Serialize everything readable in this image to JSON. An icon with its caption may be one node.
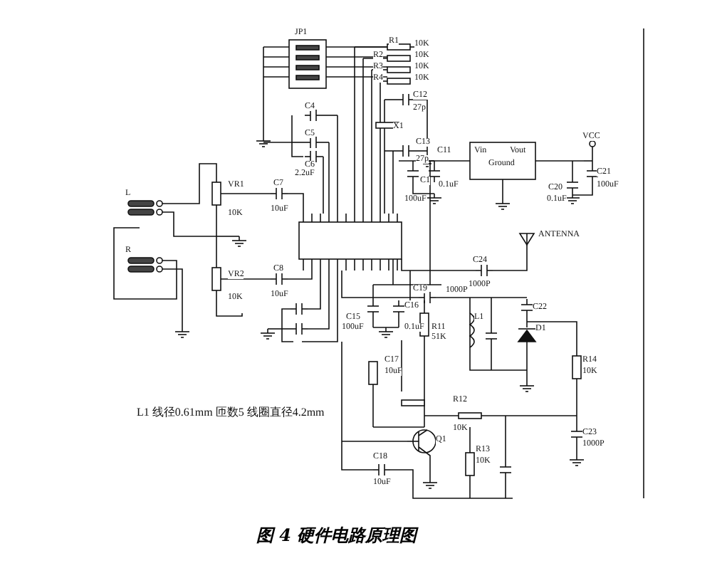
{
  "diagram": {
    "caption": "图 4 硬件电路原理图",
    "labels": [
      "JP1",
      "R1",
      "10K",
      "R2",
      "10K",
      "R3",
      "10K",
      "R4",
      "10K",
      "C4",
      "C5",
      "C6",
      "2.2uF",
      "C12",
      "27p",
      "X1",
      "C13",
      "27p",
      "L",
      "R",
      "VR1",
      "10K",
      "C7",
      "10uF",
      "VR2",
      "10K",
      "C8",
      "10uF",
      "C1",
      "100uF",
      "C11",
      "0.1uF",
      "Vin",
      "Ground",
      "Vout",
      "C20",
      "0.1uF",
      "C21",
      "100uF",
      "VCC",
      "ANTENNA",
      "C24",
      "1000P",
      "C19",
      "1000P",
      "C15",
      "100uF",
      "C16",
      "0.1uF",
      "L1",
      "D1",
      "C22",
      "R11",
      "51K",
      "R12",
      "10K",
      "R13",
      "10K",
      "R14",
      "10K",
      "C23",
      "1000P",
      "C18",
      "10uF",
      "C17",
      "10uF",
      "Q1",
      "L1 线径0.61mm 匝数5 线圈直径4.2mm"
    ]
  }
}
